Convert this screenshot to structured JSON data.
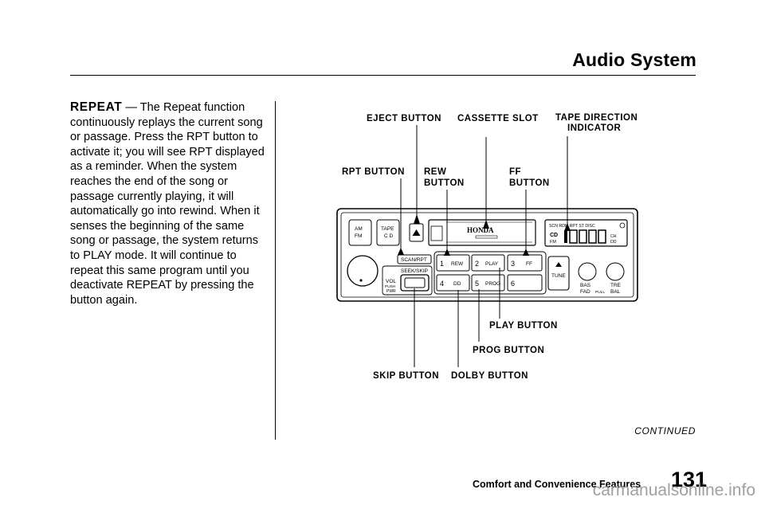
{
  "header": {
    "title": "Audio System"
  },
  "body": {
    "term": "REPEAT",
    "text": " — The Repeat function continuously replays the current song or passage. Press the RPT button to activate it; you will see RPT displayed as a reminder. When the system reaches the end of the song or passage currently playing, it will automatically go into rewind. When it senses the beginning of the same song or passage, the system returns to PLAY mode. It will continue to repeat this same program until you deactivate REPEAT by pressing the button again."
  },
  "callouts": {
    "eject": "EJECT BUTTON",
    "cassette": "CASSETTE SLOT",
    "tape_dir_1": "TAPE DIRECTION",
    "tape_dir_2": "INDICATOR",
    "rpt": "RPT BUTTON",
    "rew_1": "REW",
    "rew_2": "BUTTON",
    "ff_1": "FF",
    "ff_2": "BUTTON",
    "play": "PLAY BUTTON",
    "prog": "PROG BUTTON",
    "skip": "SKIP BUTTON",
    "dolby": "DOLBY BUTTON"
  },
  "radio": {
    "brand": "HONDA",
    "am": "AM",
    "fm": "FM",
    "tape": "TAPE",
    "cd": "C D",
    "scan_rpt": "SCAN/RPT",
    "seek_skip": "SEEK/SKIP",
    "vol": "VOL",
    "push": "PUSH",
    "pwr": "PWR",
    "preset_1": "1",
    "preset_1_label": "REW",
    "preset_2": "2",
    "preset_2_label": "PLAY",
    "preset_3": "3",
    "preset_3_label": "FF",
    "preset_4": "4",
    "preset_4_label": "DD",
    "preset_5": "5",
    "preset_5_label": "PROG",
    "preset_6": "6",
    "tune": "TUNE",
    "bas": "BAS",
    "tre": "TRE",
    "fad": "FAD",
    "pull": "PULL",
    "bal": "BAL",
    "display_top": "SCN RDM RPT ST DISC",
    "display_cd": "CD",
    "display_fm": "FM",
    "display_ch": "CH",
    "display_dd": "DD"
  },
  "footer": {
    "continued": "CONTINUED",
    "section": "Comfort and Convenience Features",
    "page": "131"
  },
  "watermark": "carmanualsonline.info"
}
